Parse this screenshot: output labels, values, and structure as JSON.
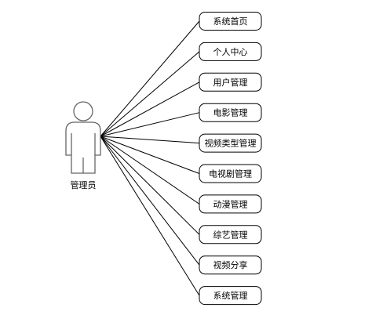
{
  "actor": {
    "label": "管理员"
  },
  "use_cases": [
    {
      "label": "系统首页"
    },
    {
      "label": "个人中心"
    },
    {
      "label": "用户管理"
    },
    {
      "label": "电影管理"
    },
    {
      "label": "视频类型管理"
    },
    {
      "label": "电视剧管理"
    },
    {
      "label": "动漫管理"
    },
    {
      "label": "综艺管理"
    },
    {
      "label": "视频分享"
    },
    {
      "label": "系统管理"
    }
  ],
  "colors": {
    "stroke": "#000000",
    "actor_stroke": "#666666",
    "background": "#ffffff"
  }
}
